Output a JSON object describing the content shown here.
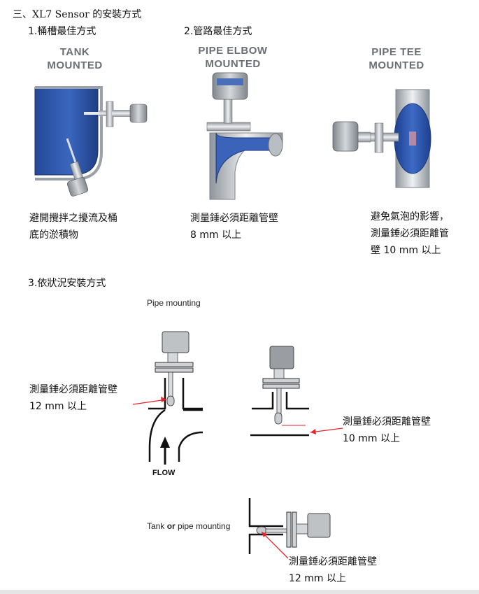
{
  "section_title": "三、XL7 Sensor 的安裝方式",
  "item1": {
    "label": "1.桶槽最佳方式",
    "caption_lines": [
      "TANK",
      "MOUNTED"
    ],
    "note_lines": [
      "避開攪拌之擾流及桶",
      "底的淤積物"
    ]
  },
  "item2": {
    "label": "2.管路最佳方式",
    "caption_lines": [
      "PIPE ELBOW",
      "MOUNTED"
    ],
    "note_lines": [
      "測量錘必須距離管壁",
      "8 mm 以上"
    ]
  },
  "item3": {
    "caption_lines": [
      "PIPE TEE",
      "MOUNTED"
    ],
    "note_lines": [
      "避免氣泡的影響，",
      "測量錘必須距離管",
      "壁 10 mm 以上"
    ]
  },
  "section3": {
    "label": "3.依狀況安裝方式",
    "pipe_mounting_label": "Pipe mounting",
    "flow_label": "FLOW",
    "tank_or_pipe_parts": [
      "Tank ",
      "or",
      " pipe mounting"
    ],
    "note_left_lines": [
      "測量錘必須距離管壁",
      "12 mm 以上"
    ],
    "note_right_lines": [
      "測量錘必須距離管壁",
      "10 mm 以上"
    ],
    "note_bottom_lines": [
      "測量錘必須距離管壁",
      "12 mm 以上"
    ]
  },
  "colors": {
    "tank_blue": "#2f56a8",
    "pipe_steel": "#c9cdd2",
    "arrow_red": "#e0262b"
  }
}
